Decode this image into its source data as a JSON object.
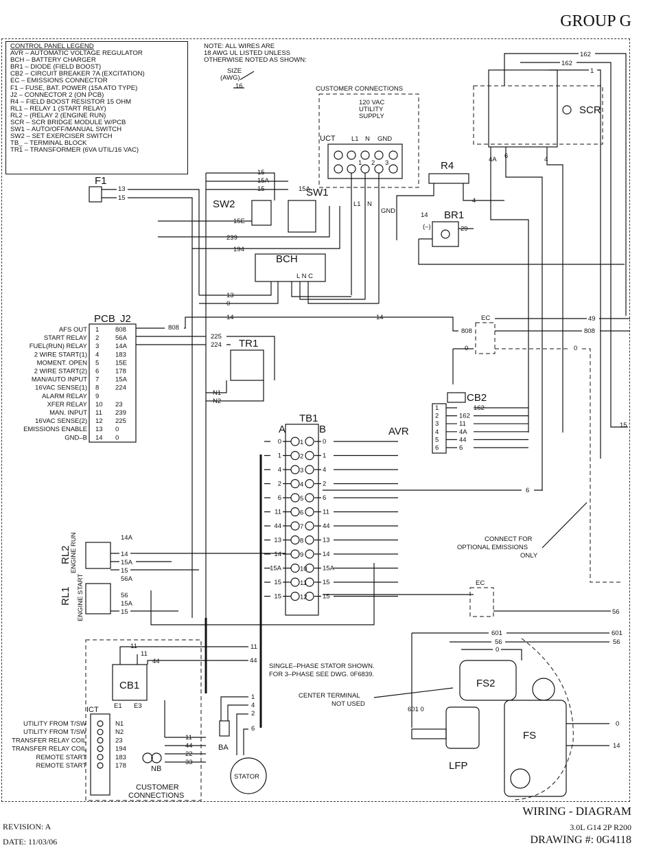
{
  "header": {
    "group": "GROUP G"
  },
  "legend": {
    "title": "CONTROL PANEL LEGEND",
    "items": [
      "AVR – AUTOMATIC VOLTAGE REGULATOR",
      "BCH – BATTERY CHARGER",
      "BR1 – DIODE (FIELD BOOST)",
      "CB2 – CIRCUIT BREAKER 7A (EXCITATION)",
      "EC – EMISSIONS CONNECTOR",
      "F1 – FUSE, BAT. POWER (15A ATO TYPE)",
      "J2 – CONNECTOR 2 (ON PCB)",
      "R4 – FIELD BOOST RESISTOR 15 OHM",
      "RL1 – RELAY 1 (START RELAY)",
      "RL2 – (RELAY 2 (ENGINE RUN)",
      "SCR – SCR BRIDGE MODULE W/PCB",
      "SW1 – AUTO/OFF/MANUAL SWITCH",
      "SW2 – SET EXERCISER SWITCH",
      "TB_ – TERMINAL BLOCK",
      "TR1 – TRANSFORMER (6VA UTIL/16 VAC)"
    ]
  },
  "note": {
    "lines": [
      "NOTE: ALL WIRES ARE",
      "18 AWG UL LISTED UNLESS",
      "OTHERWISE NOTED AS SHOWN:"
    ],
    "size_label": "SIZE",
    "awg_label": "(AWG)",
    "awg_value": "16"
  },
  "customer_connections_top": {
    "title": "CUSTOMER CONNECTIONS",
    "supply": [
      "120 VAC",
      "UTILITY",
      "SUPPLY"
    ],
    "uct": "UCT",
    "terminals": [
      "L1",
      "N",
      "GND"
    ],
    "nums": [
      "1",
      "2",
      "3"
    ],
    "leads": [
      "L1",
      "N",
      "GND"
    ]
  },
  "components": {
    "scr": "SCR",
    "r4": "R4",
    "br1": "BR1",
    "br1_neg": "(–)",
    "sw1": "SW1",
    "sw2": "SW2",
    "bch": "BCH",
    "bch_pins": "L N C",
    "f1": "F1",
    "tr1": "TR1",
    "cb2": "CB2",
    "avr": "AVR",
    "tb1": "TB1",
    "tb1_a": "A",
    "tb1_b": "B",
    "ec": "EC",
    "rl1": "RL1",
    "rl1_sub": "ENGINE START",
    "rl2": "RL2",
    "rl2_sub": "ENGINE RUN",
    "cb1": "CB1",
    "cb1_e1": "E1",
    "cb1_e3": "E3",
    "ict": "ICT",
    "nb": "NB",
    "ba": "BA",
    "stator": "STATOR",
    "fs2": "FS2",
    "fs": "FS",
    "lfp": "LFP",
    "pcb": "PCB",
    "j2": "J2"
  },
  "pcb_j2": [
    {
      "pin": "1",
      "label": "AFS OUT",
      "wire": "808"
    },
    {
      "pin": "2",
      "label": "START RELAY",
      "wire": "56A"
    },
    {
      "pin": "3",
      "label": "FUEL(RUN) RELAY",
      "wire": "14A"
    },
    {
      "pin": "4",
      "label": "2 WIRE START(1)",
      "wire": "183"
    },
    {
      "pin": "5",
      "label": "MOMENT. OPEN",
      "wire": "15E"
    },
    {
      "pin": "6",
      "label": "2 WIRE START(2)",
      "wire": "178"
    },
    {
      "pin": "7",
      "label": "MAN/AUTO INPUT",
      "wire": "15A"
    },
    {
      "pin": "8",
      "label": "16VAC SENSE(1)",
      "wire": "224"
    },
    {
      "pin": "9",
      "label": "ALARM RELAY",
      "wire": ""
    },
    {
      "pin": "10",
      "label": "XFER RELAY",
      "wire": "23"
    },
    {
      "pin": "11",
      "label": "MAN. INPUT",
      "wire": "239"
    },
    {
      "pin": "12",
      "label": "16VAC SENSE(2)",
      "wire": "225"
    },
    {
      "pin": "13",
      "label": "EMISSIONS ENABLE",
      "wire": "0"
    },
    {
      "pin": "14",
      "label": "GND–B",
      "wire": "0"
    }
  ],
  "tb1_rows": [
    {
      "pos": "1",
      "left": "0",
      "right": "0"
    },
    {
      "pos": "2",
      "left": "1",
      "right": "1"
    },
    {
      "pos": "3",
      "left": "4",
      "right": "4"
    },
    {
      "pos": "4",
      "left": "2",
      "right": "2"
    },
    {
      "pos": "5",
      "left": "6",
      "right": "6"
    },
    {
      "pos": "6",
      "left": "11",
      "right": "11"
    },
    {
      "pos": "7",
      "left": "44",
      "right": "44"
    },
    {
      "pos": "8",
      "left": "13",
      "right": "13"
    },
    {
      "pos": "9",
      "left": "14",
      "right": "14"
    },
    {
      "pos": "10",
      "left": "15A",
      "right": "15A"
    },
    {
      "pos": "11",
      "left": "15",
      "right": "15"
    },
    {
      "pos": "12",
      "left": "15",
      "right": "15"
    }
  ],
  "avr_pins": [
    {
      "pin": "1",
      "wire": ""
    },
    {
      "pin": "2",
      "wire": "162"
    },
    {
      "pin": "3",
      "wire": "11"
    },
    {
      "pin": "4",
      "wire": "4A"
    },
    {
      "pin": "5",
      "wire": "44"
    },
    {
      "pin": "6",
      "wire": "6"
    }
  ],
  "ict_rows": [
    {
      "label": "UTILITY FROM T/SW",
      "wire": "N1"
    },
    {
      "label": "UTILITY FROM T/SW",
      "wire": "N2"
    },
    {
      "label": "TRANSFER RELAY COIL",
      "wire": "23"
    },
    {
      "label": "TRANSFER RELAY COIL",
      "wire": "194"
    },
    {
      "label": "REMOTE START",
      "wire": "183"
    },
    {
      "label": "REMOTE START",
      "wire": "178"
    }
  ],
  "wire_labels": {
    "w162": "162",
    "w1": "1",
    "w4": "4",
    "w4a": "4A",
    "w6": "6",
    "w14": "14",
    "w29": "29",
    "w49": "49",
    "w808": "808",
    "w0": "0",
    "w13": "13",
    "w15": "15",
    "w15a": "15A",
    "w15e": "15E",
    "w194": "194",
    "w239": "239",
    "w225": "225",
    "w224": "224",
    "w23": "23",
    "n1": "N1",
    "n2": "N2",
    "w56": "56",
    "w56a": "56A",
    "w14a": "14A",
    "w601": "601",
    "w601_0": "601 0",
    "w11": "11",
    "w44": "44",
    "w22": "22",
    "w33": "33",
    "w2": "2",
    "w16": "16"
  },
  "annotations": {
    "emissions": [
      "CONNECT FOR",
      "OPTIONAL EMISSIONS",
      "ONLY"
    ],
    "stator_note": [
      "SINGLE–PHASE STATOR SHOWN.",
      "FOR 3–PHASE SEE DWG. 0F6839."
    ],
    "center_terminal": [
      "CENTER TERMINAL",
      "NOT USED"
    ],
    "customer_connections_bottom": [
      "CUSTOMER",
      "CONNECTIONS"
    ]
  },
  "footer": {
    "revision": "REVISION: A",
    "date": "DATE: 11/03/06",
    "title": "WIRING - DIAGRAM",
    "subtitle": "3.0L G14 2P R200",
    "drawing": "DRAWING #: 0G4118"
  }
}
